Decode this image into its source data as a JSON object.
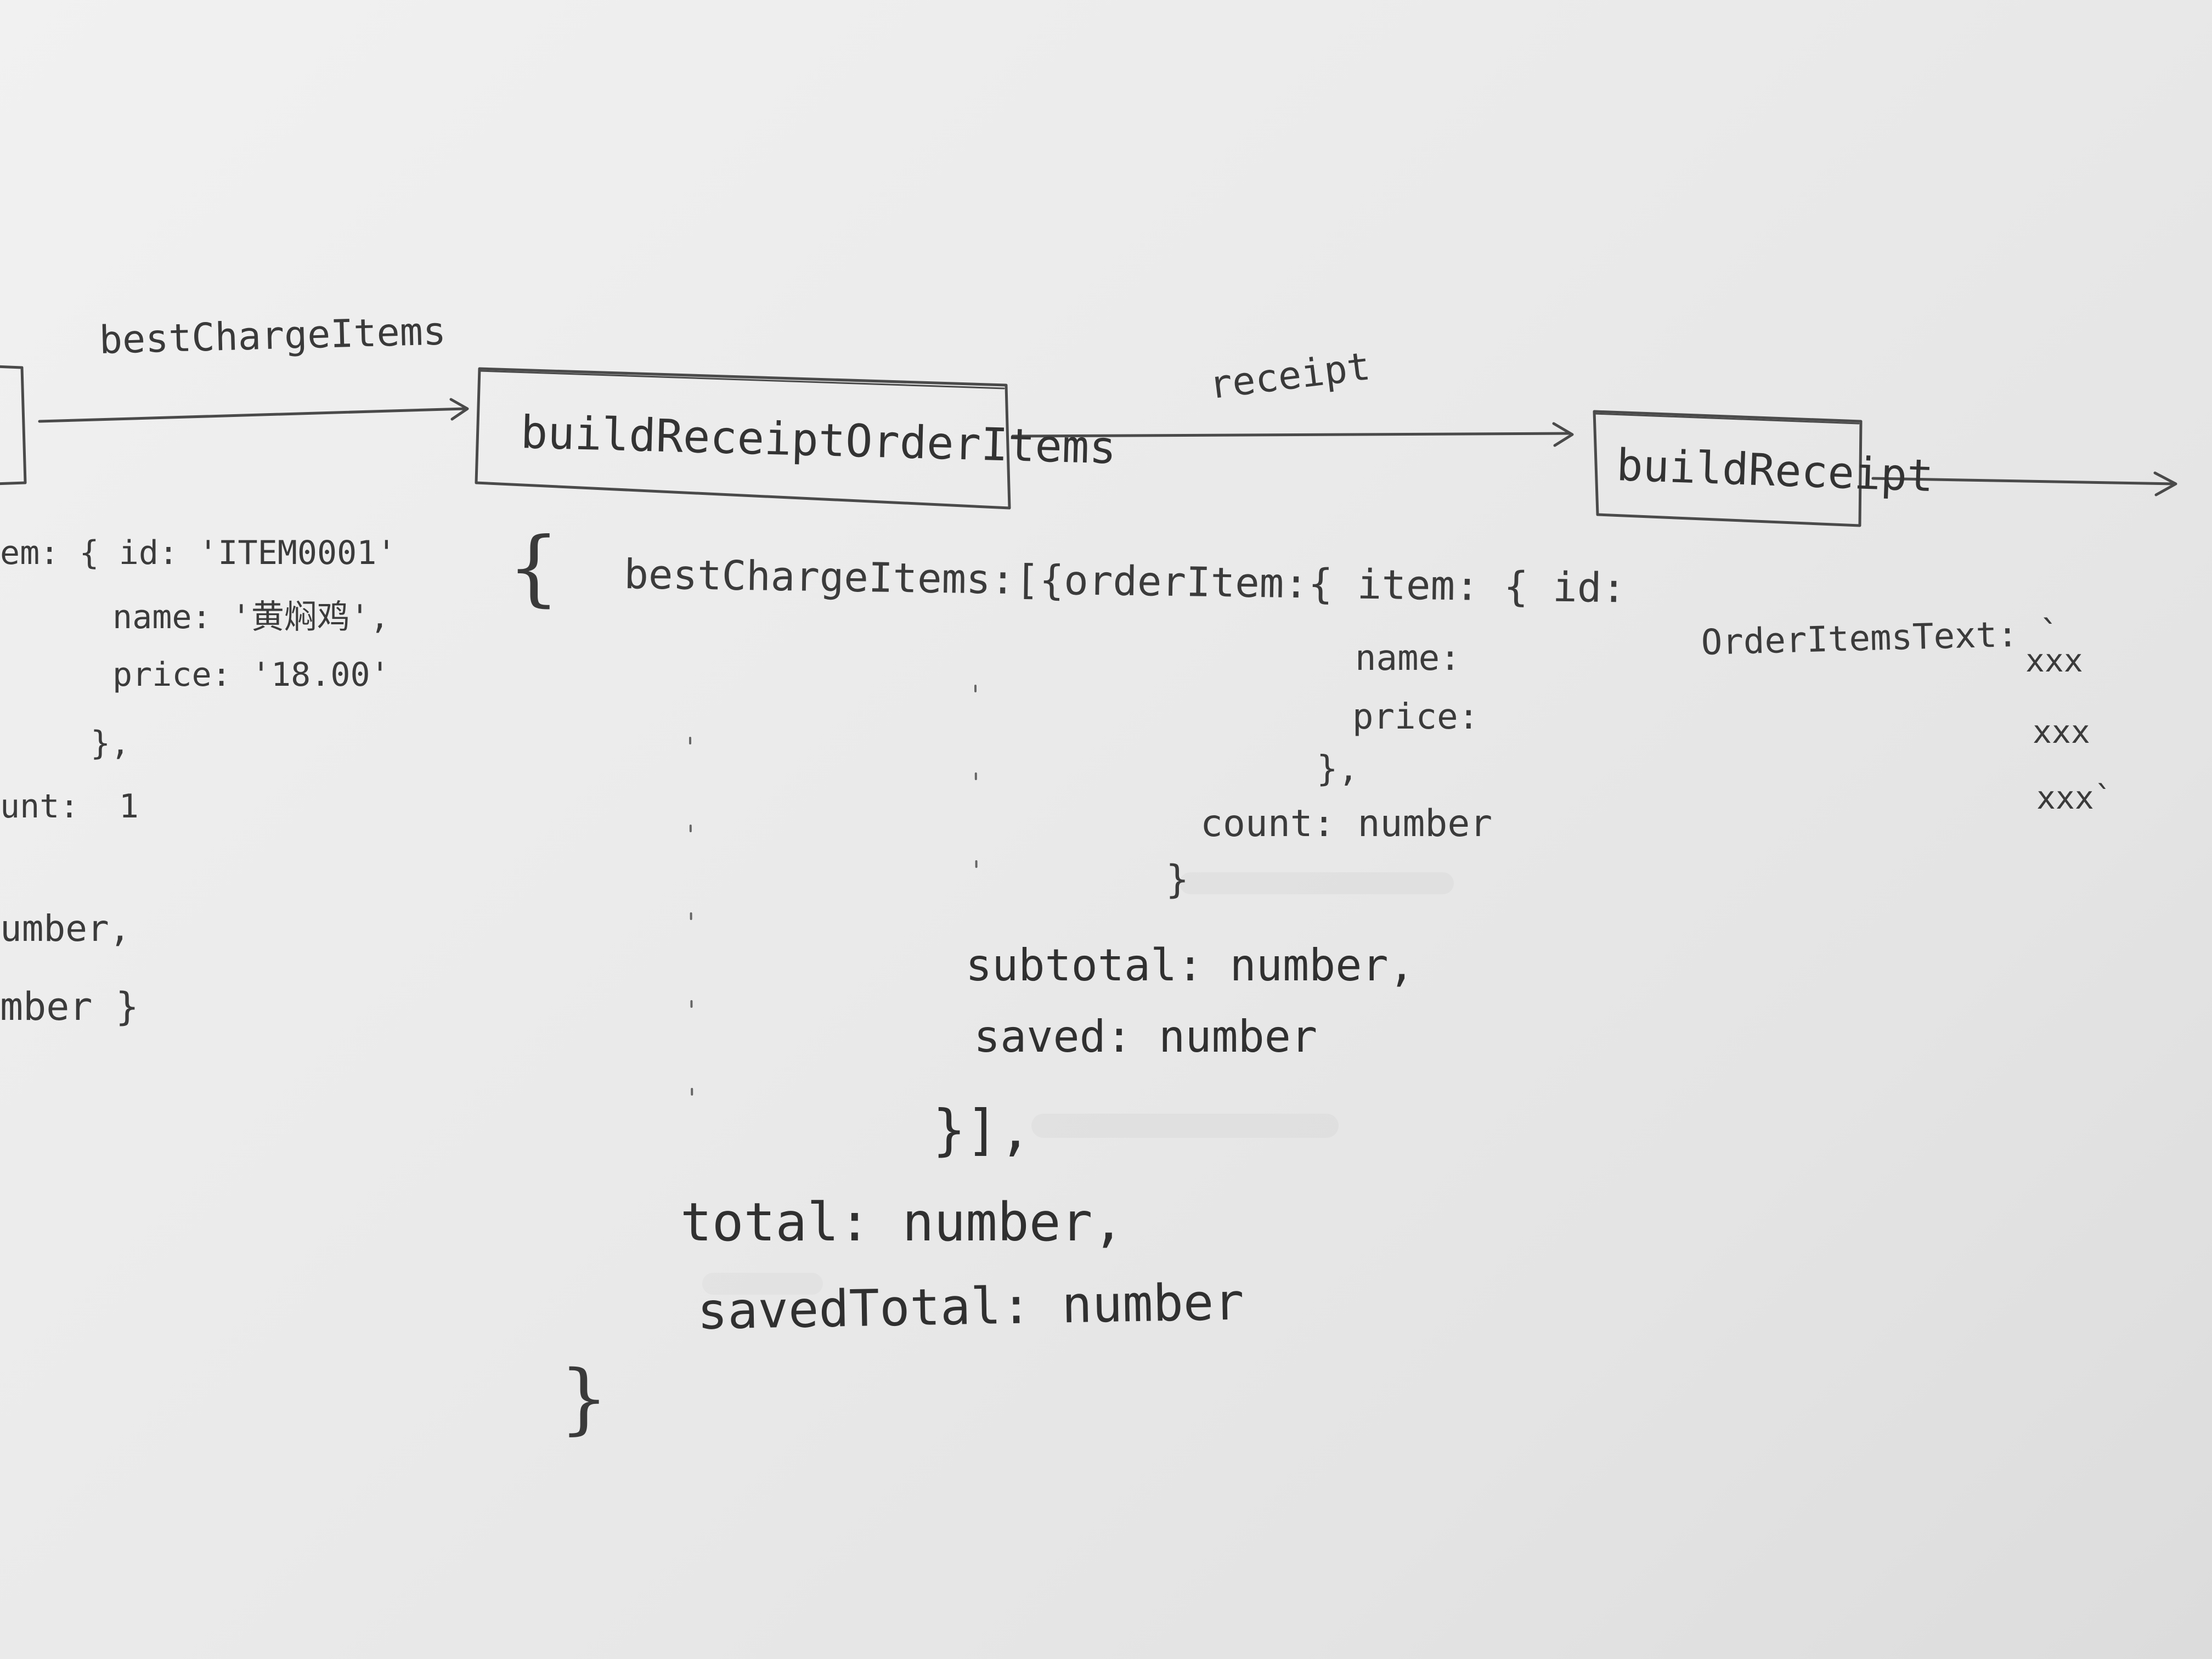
{
  "diagram": {
    "edge_labels": {
      "in": "bestChargeItems",
      "mid": "receipt"
    },
    "nodes": {
      "build_order_items": "buildReceiptOrderItems",
      "build_receipt": "buildReceipt"
    },
    "left_fragment": {
      "item_line": "em: { id: 'ITEM0001'",
      "name_line": "name: '黄焖鸡',",
      "price_line": "price: '18.00'",
      "close_line": "},",
      "count_line": "unt:  1",
      "number_line_1": "umber,",
      "number_line_2": "mber }"
    },
    "middle_structure": {
      "open_brace": "{",
      "header": "bestChargeItems:[{orderItem:{ item: { id:",
      "name_field": "name:",
      "price_field": "price:",
      "item_close": "},",
      "count_field": "count: number",
      "order_item_close": "}",
      "subtotal_field": "subtotal: number,",
      "saved_field": "saved: number",
      "list_close": "}],",
      "total_field": "total: number,",
      "saved_total_field": "savedTotal: number",
      "close_brace": "}"
    },
    "right_structure": {
      "key": "OrderItemsText: `",
      "lines": [
        "xxx",
        "xxx",
        "xxx`"
      ]
    }
  }
}
